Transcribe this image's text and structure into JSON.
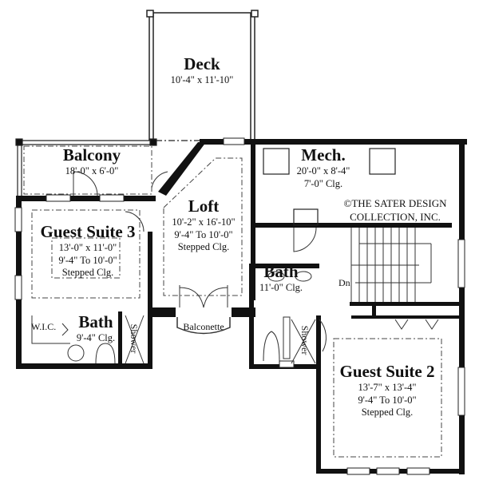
{
  "copyright": [
    "©THE SATER DESIGN",
    "COLLECTION, INC."
  ],
  "rooms": {
    "deck": {
      "name": "Deck",
      "dims": "10'-4\" x 11'-10\""
    },
    "balcony": {
      "name": "Balcony",
      "dims": "18'-0\" x 6'-0\""
    },
    "mech": {
      "name": "Mech.",
      "dims": "20'-0\" x 8'-4\"",
      "ceiling": "7'-0\" Clg."
    },
    "loft": {
      "name": "Loft",
      "dims": "10'-2\" x 16'-10\"",
      "ceiling": "9'-4\" To 10'-0\"",
      "note": "Stepped Clg."
    },
    "guest_suite_3": {
      "name": "Guest Suite 3",
      "dims": "13'-0\" x 11'-0\"",
      "ceiling": "9'-4\" To 10'-0\"",
      "note": "Stepped Clg."
    },
    "bath_3": {
      "name": "Bath",
      "ceiling": "9'-4\" Clg."
    },
    "bath_2": {
      "name": "Bath",
      "ceiling": "11'-0\" Clg."
    },
    "guest_suite_2": {
      "name": "Guest Suite 2",
      "dims": "13'-7\" x 13'-4\"",
      "ceiling": "9'-4\" To 10'-0\"",
      "note": "Stepped Clg."
    }
  },
  "labels": {
    "wic": "W.I.C.",
    "shower_left": "Shower",
    "shower_right": "Shower",
    "balconette": "Balconette",
    "stairs_down": "Dn"
  }
}
